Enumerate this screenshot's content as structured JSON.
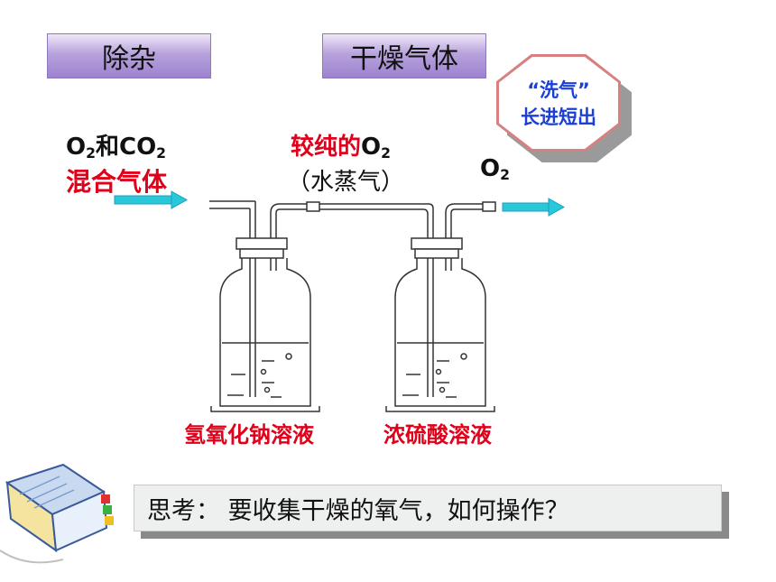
{
  "labels": {
    "purify": "除杂",
    "dry_gas": "干燥气体"
  },
  "callout": {
    "line1": "“洗气”",
    "line2": "长进短出"
  },
  "input_gas": {
    "o2": "O",
    "o2_sub": "2",
    "and": "和",
    "co2": "CO",
    "co2_sub": "2",
    "mixed": "混合气体"
  },
  "middle_gas": {
    "purer": "较纯的",
    "o2": "O",
    "o2_sub": "2",
    "vapor": "（水蒸气）"
  },
  "output_gas": {
    "o2": "O",
    "o2_sub": "2"
  },
  "bottles": {
    "left_solution": "氢氧化钠溶液",
    "right_solution": "浓硫酸溶液"
  },
  "question": "思考： 要收集干燥的氧气，如何操作？",
  "colors": {
    "label_gradient": "#b7a2dc",
    "red_text": "#e0001a",
    "arrow": "#28c8d8",
    "callout_text": "#1a3fd6"
  }
}
